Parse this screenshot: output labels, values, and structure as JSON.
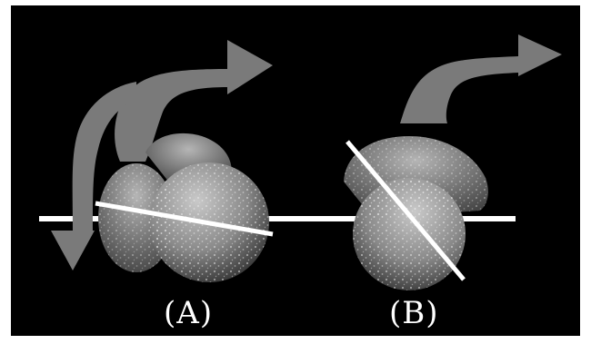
{
  "figure": {
    "background_color": "#000000",
    "frame_color": "#ffffff",
    "arrow_color": "#7a7a7a",
    "line_color": "#ffffff",
    "object_color": "#8f8f8f",
    "panels": [
      {
        "id": "A",
        "label": "(A)"
      },
      {
        "id": "B",
        "label": "(B)"
      }
    ]
  }
}
